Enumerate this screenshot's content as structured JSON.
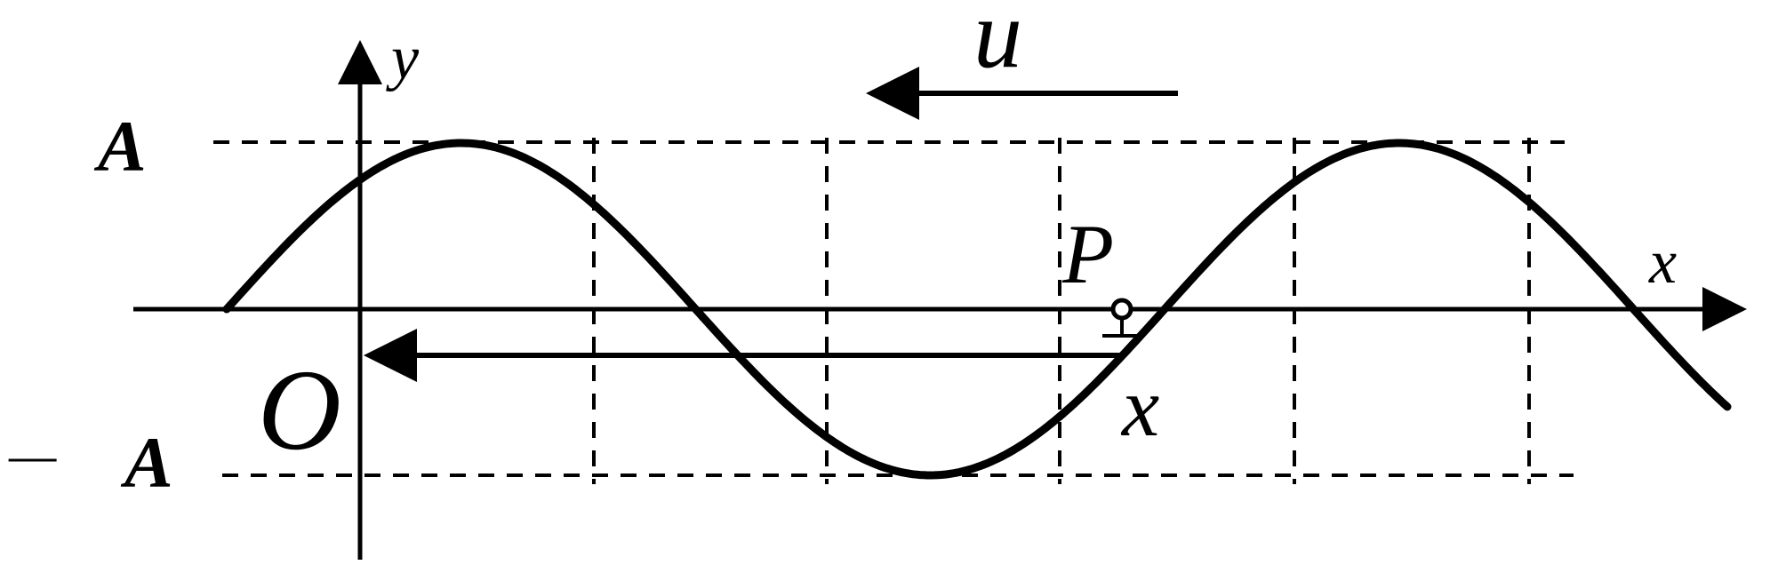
{
  "labels": {
    "y_axis": "y",
    "x_axis": "x",
    "origin": "O",
    "amplitude_pos": "A",
    "amplitude_neg": "A",
    "minus_sign": "—",
    "velocity": "u",
    "point": "P",
    "distance": "x"
  },
  "colors": {
    "ink": "#000000",
    "background": "#ffffff"
  }
}
